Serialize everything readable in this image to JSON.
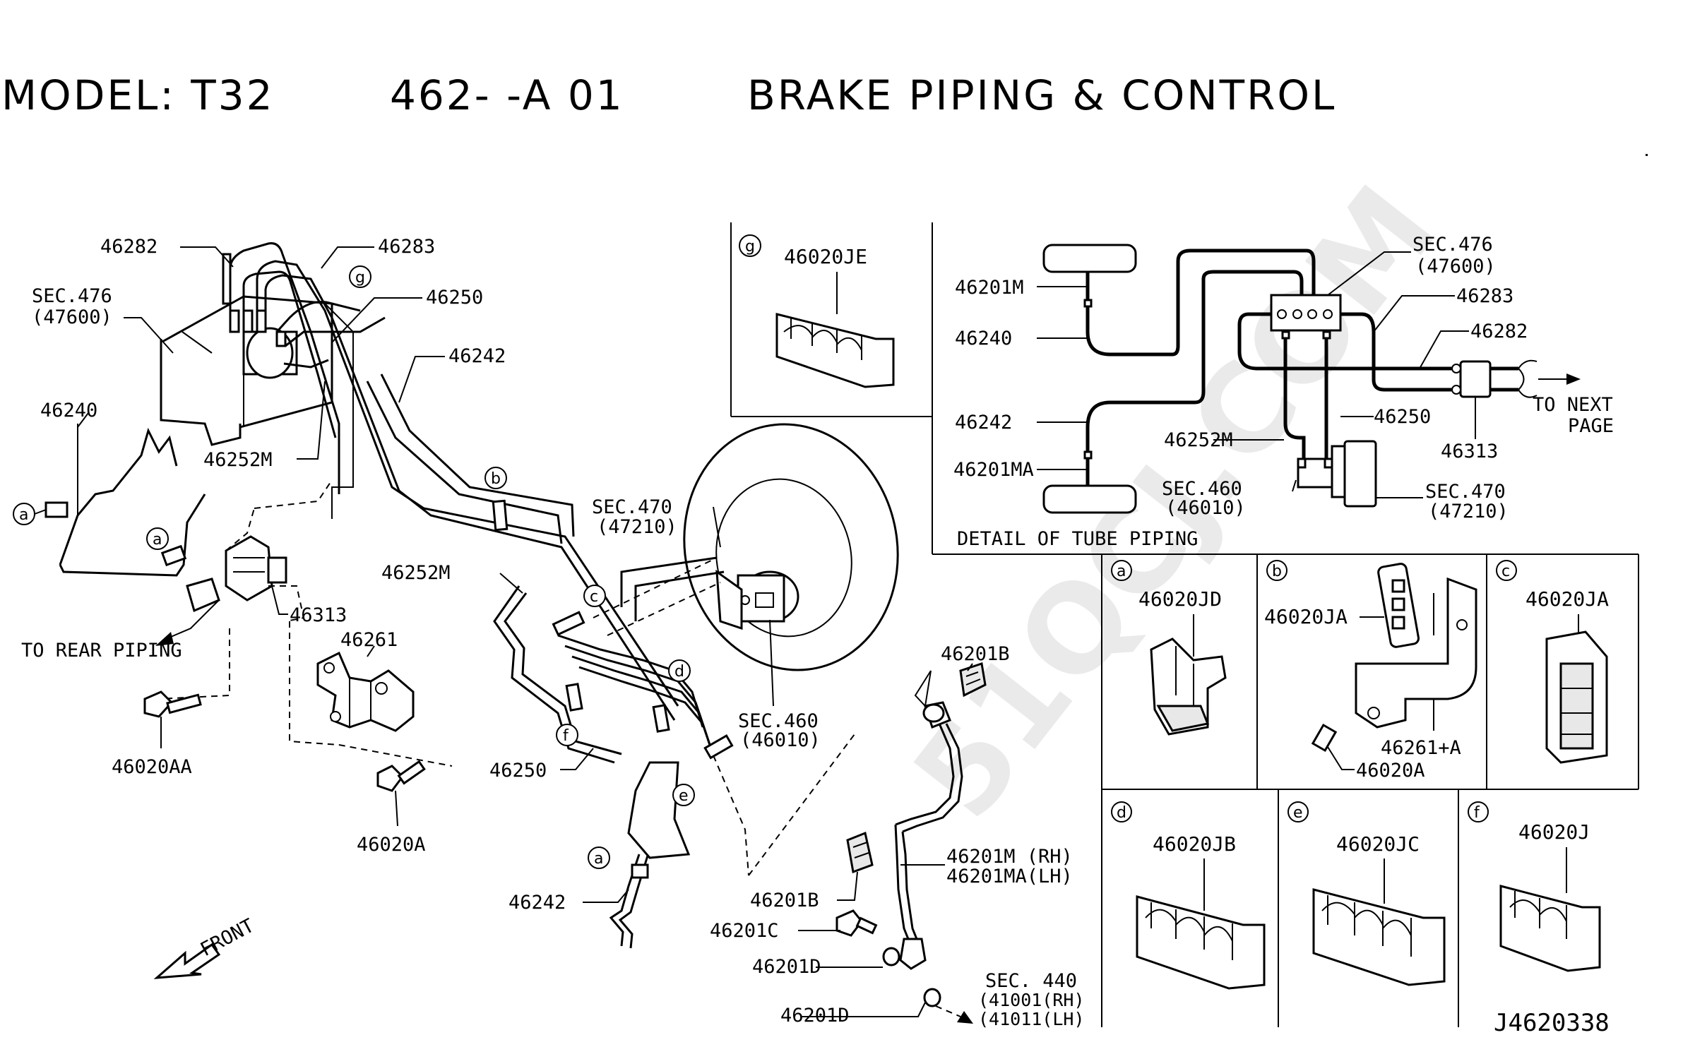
{
  "header": {
    "model": "MODEL: T32",
    "section": "462-   -A 01",
    "title": "BRAKE PIPING & CONTROL"
  },
  "watermark": "51QCJ.COM",
  "drawing_code": "J4620338",
  "detail": {
    "caption": "DETAIL OF TUBE PIPING",
    "labels": {
      "p46201M": "46201M",
      "p46240": "46240",
      "p46242": "46242",
      "p46201MA": "46201MA",
      "p46252M": "46252M",
      "p46250": "46250",
      "sec476": "SEC.476",
      "sec476b": "(47600)",
      "p46283": "46283",
      "p46282": "46282",
      "p46313": "46313",
      "to_next": "TO NEXT",
      "page": "PAGE",
      "sec460": "SEC.460",
      "sec460b": "(46010)",
      "sec470": "SEC.470",
      "sec470b": "(47210)"
    }
  },
  "main": {
    "labels": {
      "p46282": "46282",
      "p46283": "46283",
      "sec476": "SEC.476",
      "sec476b": "(47600)",
      "p46250": "46250",
      "p46242": "46242",
      "p46240": "46240",
      "p46252M": "46252M",
      "p46313": "46313",
      "to_rear": "TO REAR PIPING",
      "p46261": "46261",
      "p46020AA": "46020AA",
      "p46020A": "46020A",
      "p46252M_b": "46252M",
      "p46250_b": "46250",
      "p46242_b": "46242",
      "sec470": "SEC.470",
      "sec470b": "(47210)",
      "sec460": "SEC.460",
      "sec460b": "(46010)",
      "p46201B": "46201B",
      "p46201M_rh": "46201M (RH)",
      "p46201MA_lh": "46201MA(LH)",
      "p46201B_b": "46201B",
      "p46201C": "46201C",
      "p46201D": "46201D",
      "p46201D_b": "46201D",
      "sec440": "SEC. 440",
      "sec440_rh": "(41001(RH)",
      "sec440_lh": "(41011(LH)",
      "front": "FRONT"
    },
    "circles": [
      "a",
      "b",
      "c",
      "d",
      "e",
      "f",
      "g"
    ]
  },
  "insets": [
    {
      "letter": "g",
      "part": "46020JE"
    },
    {
      "letter": "a",
      "part": "46020JD"
    },
    {
      "letter": "b",
      "part": "46020JA",
      "extra1": "46261+A",
      "extra2": "46020A"
    },
    {
      "letter": "c",
      "part": "46020JA"
    },
    {
      "letter": "d",
      "part": "46020JB"
    },
    {
      "letter": "e",
      "part": "46020JC"
    },
    {
      "letter": "f",
      "part": "46020J"
    }
  ]
}
